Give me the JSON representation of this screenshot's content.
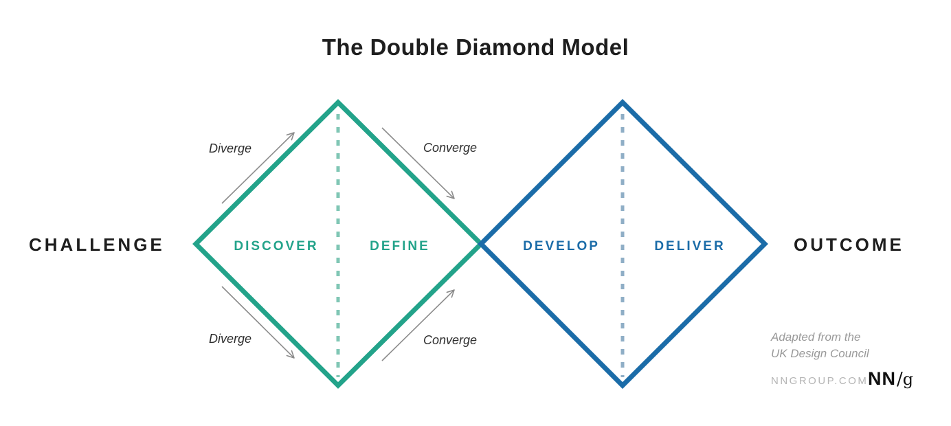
{
  "title": "The Double Diamond Model",
  "endpoints": {
    "left": "CHALLENGE",
    "right": "OUTCOME"
  },
  "diamonds": [
    {
      "name": "discover-define-diamond",
      "phase1": "DISCOVER",
      "phase2": "DEFINE",
      "color": "#23A38A",
      "dotted_color": "#7FC6B4"
    },
    {
      "name": "develop-deliver-diamond",
      "phase1": "DEVELOP",
      "phase2": "DELIVER",
      "color": "#1B6CA8",
      "dotted_color": "#8FAEC6"
    }
  ],
  "flow_labels": {
    "top_left": "Diverge",
    "top_right": "Converge",
    "bottom_left": "Diverge",
    "bottom_right": "Converge"
  },
  "attribution": {
    "line1": "Adapted from the",
    "line2": "UK Design Council",
    "website": "NNGROUP.COM"
  },
  "logo": {
    "nn": "NN",
    "slash": "/",
    "g": "g"
  },
  "colors": {
    "teal": "#23A38A",
    "teal_dotted": "#7FC6B4",
    "blue": "#1B6CA8",
    "blue_dotted": "#8FAEC6",
    "arrow_gray": "#8C8C8C",
    "text_dark": "#1E1E1E",
    "attribution_gray": "#999999",
    "website_gray": "#B5B5B5"
  }
}
